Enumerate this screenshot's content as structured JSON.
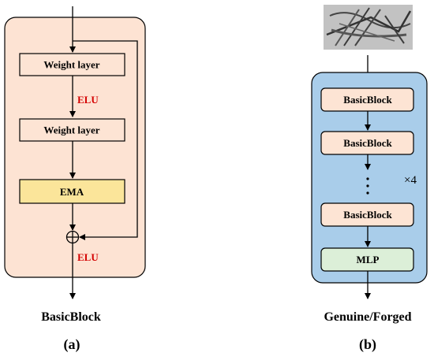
{
  "panel_a": {
    "layer1": "Weight layer",
    "activation1": "ELU",
    "layer2": "Weight layer",
    "attention": "EMA",
    "activation2": "ELU",
    "caption": "BasicBlock",
    "sublabel": "(a)"
  },
  "panel_b": {
    "block1": "BasicBlock",
    "block2": "BasicBlock",
    "block3": "BasicBlock",
    "repeat": "×4",
    "head": "MLP",
    "output": "Genuine/Forged",
    "sublabel": "(b)"
  },
  "colors": {
    "panel_a_bg": "#fde3d3",
    "panel_b_bg": "#a9cdea",
    "block_fill": "#fde4d4",
    "ema_fill": "#fbe59a",
    "mlp_fill": "#dcefd8",
    "activation_text": "#d40000"
  }
}
